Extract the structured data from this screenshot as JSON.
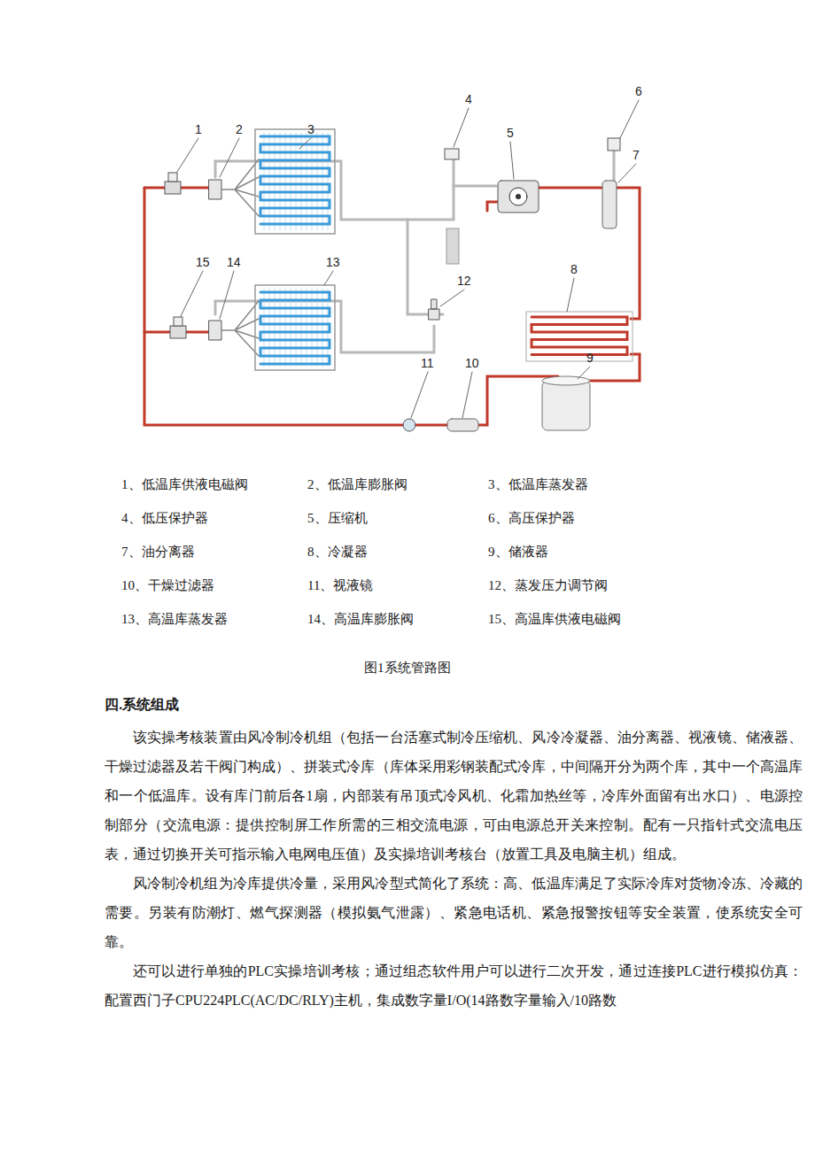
{
  "diagram": {
    "caption": "图1系统管路图",
    "labels": [
      "1",
      "2",
      "3",
      "4",
      "5",
      "6",
      "7",
      "8",
      "9",
      "10",
      "11",
      "12",
      "13",
      "14",
      "15",
      "1、低温库供液电磁阀",
      "2、低温库膨胀阀",
      "3、低温库蒸发器",
      "4、低压保护器",
      "5、压缩机",
      "6、高压保护器",
      "7、油分离器",
      "8、冷凝器",
      "9、储液器",
      "10、干燥过滤器",
      "11、视液镜",
      "12、蒸发压力调节阀",
      "13、高温库蒸发器",
      "14、高温库膨胀阀",
      "15、高温库供液电磁阀",
      "四.系统组成",
      "该实操考核装置由风冷制冷机组（包括一台活塞式制冷压缩机、风冷冷凝器、油分离器、视液镜、储液器、干燥过滤器及若干阀门构成）、拼装式冷库（库体采用彩钢装配式冷库，中间隔开分为两个库，其中一个高温库和一个低温库。设有库门前后各1扇，内部装有吊顶式冷风机、化霜加热丝等，冷库外面留有出水口）、电源控制部分（交流电源：提供控制屏工作所需的三相交流电源，可由电源总开关来控制。配有一只指针式交流电压表，通过切换开关可指示输入电网电压值）及实操培训考核台（放置工具及电脑主机）组成。",
      "风冷制冷机组为冷库提供冷量，采用风冷型式简化了系统：高、低温库满足了实际冷库对货物冷冻、冷藏的需要。另装有防潮灯、燃气探测器（模拟氨气泄露）、紧急电话机、紧急报警按钮等安全装置，使系统安全可靠。",
      "还可以进行单独的PLC实操培训考核；通过组态软件用户可以进行二次开发，通过连接PLC进行模拟仿真：配置西门子CPU224PLC(AC/DC/RLY)主机，集成数字量I/O(14路数字量输入/10路数"
    ]
  }
}
